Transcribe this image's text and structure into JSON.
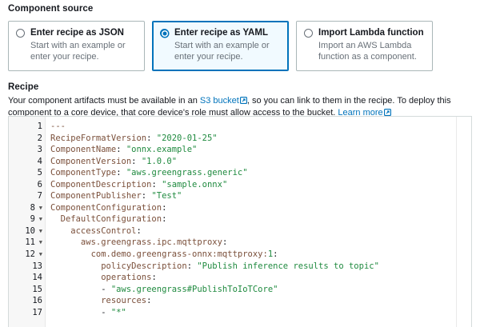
{
  "component_source": {
    "title": "Component source",
    "options": [
      {
        "label": "Enter recipe as JSON",
        "description": "Start with an example or enter your recipe.",
        "selected": false
      },
      {
        "label": "Enter recipe as YAML",
        "description": "Start with an example or enter your recipe.",
        "selected": true
      },
      {
        "label": "Import Lambda function",
        "description": "Import an AWS Lambda function as a component.",
        "selected": false
      }
    ]
  },
  "recipe": {
    "title": "Recipe",
    "description_part1": "Your component artifacts must be available in an ",
    "link_s3": "S3 bucket",
    "description_part2": ", so you can link to them in the recipe. To deploy this component to a core device, that core device's role must allow access to the bucket. ",
    "link_learn_more": "Learn more"
  },
  "editor": {
    "language": "yaml",
    "lines": [
      {
        "number": "1",
        "fold": false,
        "tokens": [
          {
            "t": "plain",
            "v": "---"
          }
        ]
      },
      {
        "number": "2",
        "fold": false,
        "tokens": [
          {
            "t": "key",
            "v": "RecipeFormatVersion"
          },
          {
            "t": "punct",
            "v": ": "
          },
          {
            "t": "str",
            "v": "\"2020-01-25\""
          }
        ]
      },
      {
        "number": "3",
        "fold": false,
        "tokens": [
          {
            "t": "key",
            "v": "ComponentName"
          },
          {
            "t": "punct",
            "v": ": "
          },
          {
            "t": "str",
            "v": "\"onnx.example\""
          }
        ]
      },
      {
        "number": "4",
        "fold": false,
        "tokens": [
          {
            "t": "key",
            "v": "ComponentVersion"
          },
          {
            "t": "punct",
            "v": ": "
          },
          {
            "t": "str",
            "v": "\"1.0.0\""
          }
        ]
      },
      {
        "number": "5",
        "fold": false,
        "tokens": [
          {
            "t": "key",
            "v": "ComponentType"
          },
          {
            "t": "punct",
            "v": ": "
          },
          {
            "t": "str",
            "v": "\"aws.greengrass.generic\""
          }
        ]
      },
      {
        "number": "6",
        "fold": false,
        "tokens": [
          {
            "t": "key",
            "v": "ComponentDescription"
          },
          {
            "t": "punct",
            "v": ": "
          },
          {
            "t": "str",
            "v": "\"sample.onnx\""
          }
        ]
      },
      {
        "number": "7",
        "fold": false,
        "tokens": [
          {
            "t": "key",
            "v": "ComponentPublisher"
          },
          {
            "t": "punct",
            "v": ": "
          },
          {
            "t": "str",
            "v": "\"Test\""
          }
        ]
      },
      {
        "number": "8",
        "fold": true,
        "tokens": [
          {
            "t": "key",
            "v": "ComponentConfiguration"
          },
          {
            "t": "punct",
            "v": ":"
          }
        ]
      },
      {
        "number": "9",
        "fold": true,
        "tokens": [
          {
            "t": "key",
            "v": "  DefaultConfiguration"
          },
          {
            "t": "punct",
            "v": ":"
          }
        ]
      },
      {
        "number": "10",
        "fold": true,
        "tokens": [
          {
            "t": "key",
            "v": "    accessControl"
          },
          {
            "t": "punct",
            "v": ":"
          }
        ]
      },
      {
        "number": "11",
        "fold": true,
        "tokens": [
          {
            "t": "key",
            "v": "      aws.greengrass.ipc.mqttproxy"
          },
          {
            "t": "punct",
            "v": ":"
          }
        ]
      },
      {
        "number": "12",
        "fold": true,
        "tokens": [
          {
            "t": "key",
            "v": "        com.demo.greengrass-onnx:mqttproxy:"
          },
          {
            "t": "num",
            "v": "1"
          },
          {
            "t": "punct",
            "v": ":"
          }
        ]
      },
      {
        "number": "13",
        "fold": false,
        "tokens": [
          {
            "t": "key",
            "v": "          policyDescription"
          },
          {
            "t": "punct",
            "v": ": "
          },
          {
            "t": "str",
            "v": "\"Publish inference results to topic\""
          }
        ]
      },
      {
        "number": "14",
        "fold": false,
        "tokens": [
          {
            "t": "key",
            "v": "          operations"
          },
          {
            "t": "punct",
            "v": ":"
          }
        ]
      },
      {
        "number": "15",
        "fold": false,
        "tokens": [
          {
            "t": "punct",
            "v": "          - "
          },
          {
            "t": "str",
            "v": "\"aws.greengrass#PublishToIoTCore\""
          }
        ]
      },
      {
        "number": "16",
        "fold": false,
        "tokens": [
          {
            "t": "key",
            "v": "          resources"
          },
          {
            "t": "punct",
            "v": ":"
          }
        ]
      },
      {
        "number": "17",
        "fold": false,
        "tokens": [
          {
            "t": "punct",
            "v": "          - "
          },
          {
            "t": "str",
            "v": "\"*\""
          }
        ]
      }
    ]
  },
  "colors": {
    "accent": "#0073bb",
    "selected_card_bg": "#f1faff",
    "border": "#aab7b8",
    "muted_text": "#687078",
    "code_key": "#7a4f3a",
    "code_string": "#1f8a3f",
    "gutter_bg": "#f7f7f7"
  }
}
